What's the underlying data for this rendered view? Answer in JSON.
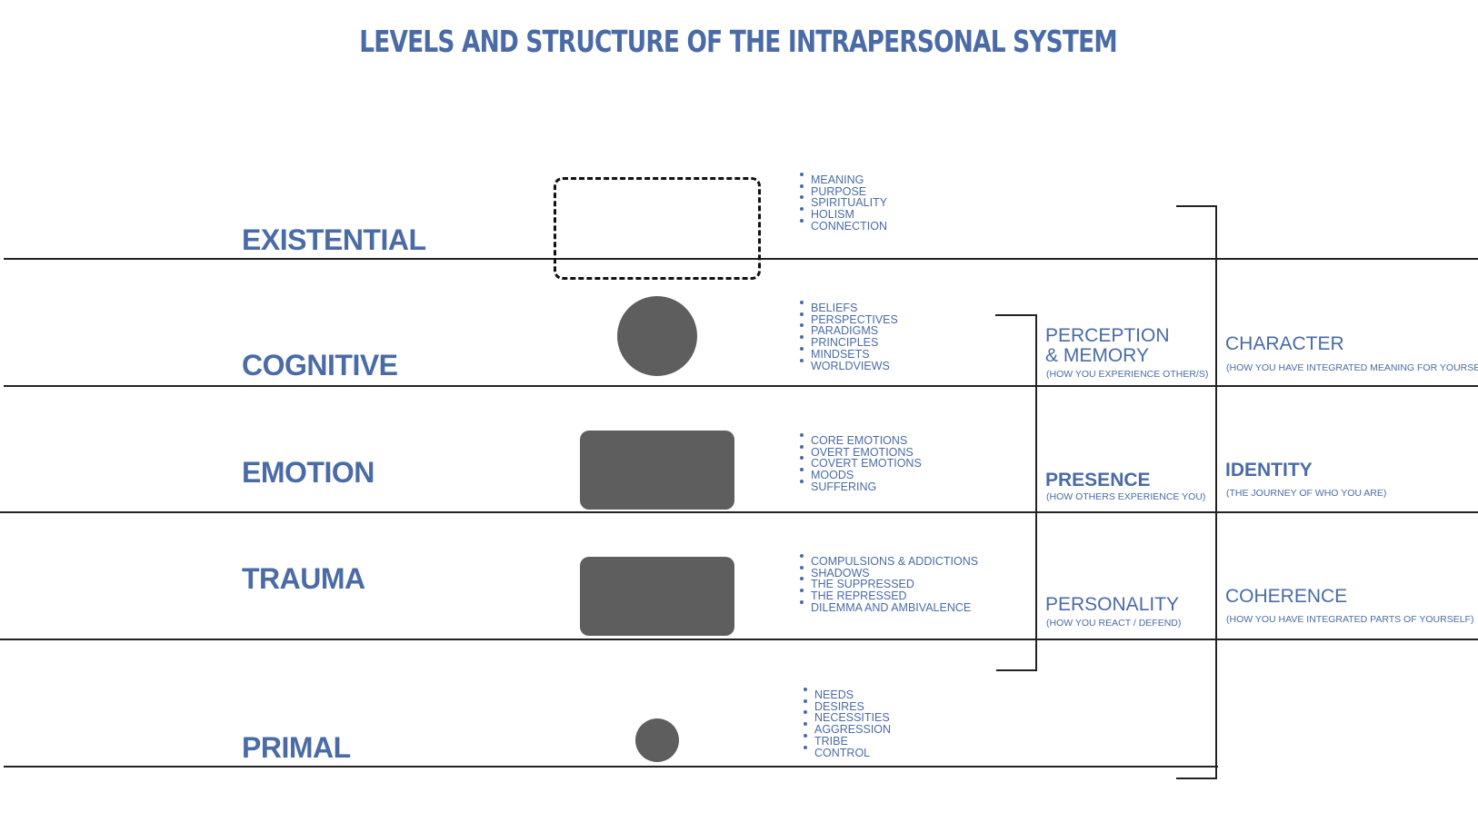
{
  "title": "LEVELS AND STRUCTURE OF THE INTRAPERSONAL SYSTEM",
  "levels": [
    {
      "label": "EXISTENTIAL",
      "items": [
        "MEANING",
        "PURPOSE",
        "SPIRITUALITY",
        "HOLISM",
        "CONNECTION"
      ]
    },
    {
      "label": "COGNITIVE",
      "items": [
        "BELIEFS",
        "PERSPECTIVES",
        "PARADIGMS",
        "PRINCIPLES",
        "MINDSETS",
        "WORLDVIEWS"
      ]
    },
    {
      "label": "EMOTION",
      "items": [
        "CORE EMOTIONS",
        "OVERT EMOTIONS",
        "COVERT EMOTIONS",
        "MOODS",
        "SUFFERING"
      ]
    },
    {
      "label": "TRAUMA",
      "items": [
        "COMPULSIONS & ADDICTIONS",
        "SHADOWS",
        "THE SUPPRESSED",
        "THE REPRESSED",
        "DILEMMA AND AMBIVALENCE"
      ]
    },
    {
      "label": "PRIMAL",
      "items": [
        "NEEDS",
        "DESIRES",
        "NECESSITIES",
        "AGGRESSION",
        "TRIBE",
        "CONTROL"
      ]
    }
  ],
  "middle_column": {
    "perception": {
      "title_line1": "PERCEPTION",
      "title_line2": "& MEMORY",
      "subtitle": "(HOW YOU EXPERIENCE OTHER/S)"
    },
    "presence": {
      "title": "PRESENCE",
      "subtitle": "(HOW OTHERS EXPERIENCE YOU)"
    },
    "personality": {
      "title": "PERSONALITY",
      "subtitle": "(HOW YOU REACT / DEFEND)"
    }
  },
  "right_column": {
    "character": {
      "title": "CHARACTER",
      "subtitle": "(HOW YOU HAVE INTEGRATED MEANING FOR YOURSELF)"
    },
    "identity": {
      "title": "IDENTITY",
      "subtitle": "(THE JOURNEY OF WHO YOU ARE)"
    },
    "coherence": {
      "title": "COHERENCE",
      "subtitle": "(HOW YOU HAVE INTEGRATED PARTS OF YOURSELF)"
    }
  },
  "colors": {
    "text_blue": "#4a6ba6",
    "shape_gray": "#5e5e5e",
    "line": "#222222"
  }
}
